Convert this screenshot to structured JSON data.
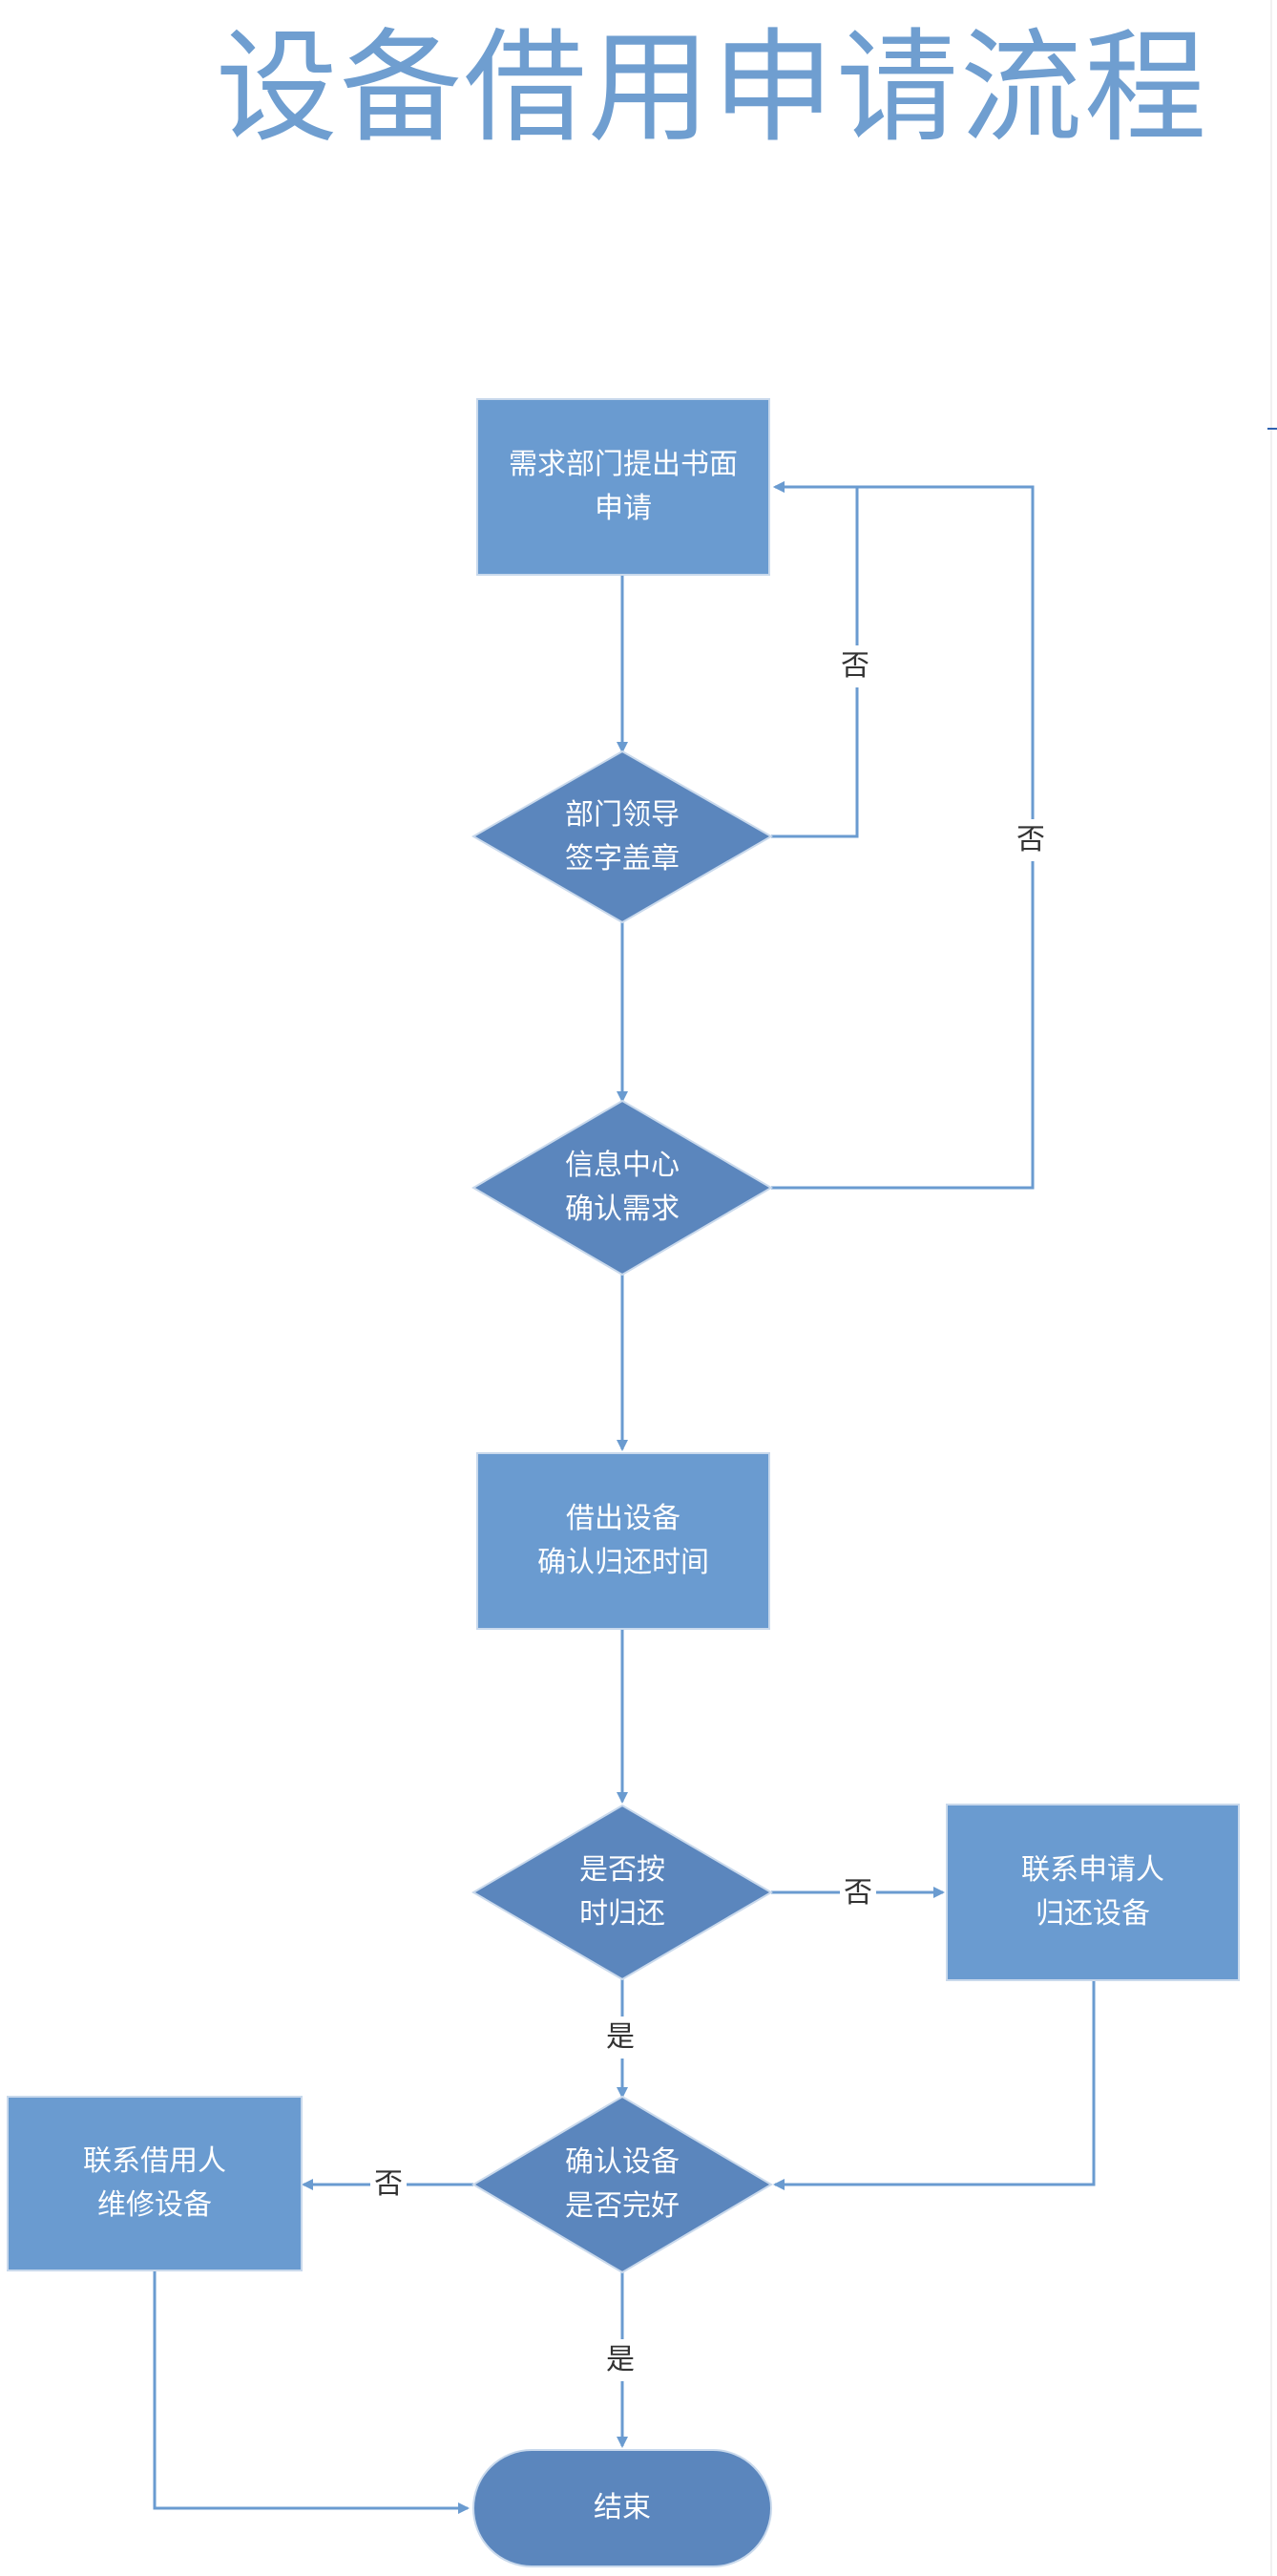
{
  "title": "设备借用申请流程",
  "colors": {
    "title": "#6f9ed0",
    "box_fill": "#6a9bd0",
    "diamond_fill": "#5b86bd",
    "terminal_fill": "#5b86bd",
    "connector": "#6a9bd0",
    "node_text": "#ffffff",
    "label_text": "#333333"
  },
  "nodes": {
    "request": {
      "label": "需求部门提出书面\n申请",
      "shape": "process"
    },
    "leader_sign": {
      "label": "部门领导\n签字盖章",
      "shape": "decision"
    },
    "info_confirm": {
      "label": "信息中心\n确认需求",
      "shape": "decision"
    },
    "lend": {
      "label": "借出设备\n确认归还时间",
      "shape": "process"
    },
    "on_time": {
      "label": "是否按\n时归还",
      "shape": "decision"
    },
    "contact_return": {
      "label": "联系申请人\n归还设备",
      "shape": "process"
    },
    "device_ok": {
      "label": "确认设备\n是否完好",
      "shape": "decision"
    },
    "contact_repair": {
      "label": "联系借用人\n维修设备",
      "shape": "process"
    },
    "end": {
      "label": "结束",
      "shape": "terminal"
    }
  },
  "edge_labels": {
    "leader_sign_no": "否",
    "info_confirm_no": "否",
    "on_time_no": "否",
    "on_time_yes": "是",
    "device_ok_no": "否",
    "device_ok_yes": "是"
  }
}
